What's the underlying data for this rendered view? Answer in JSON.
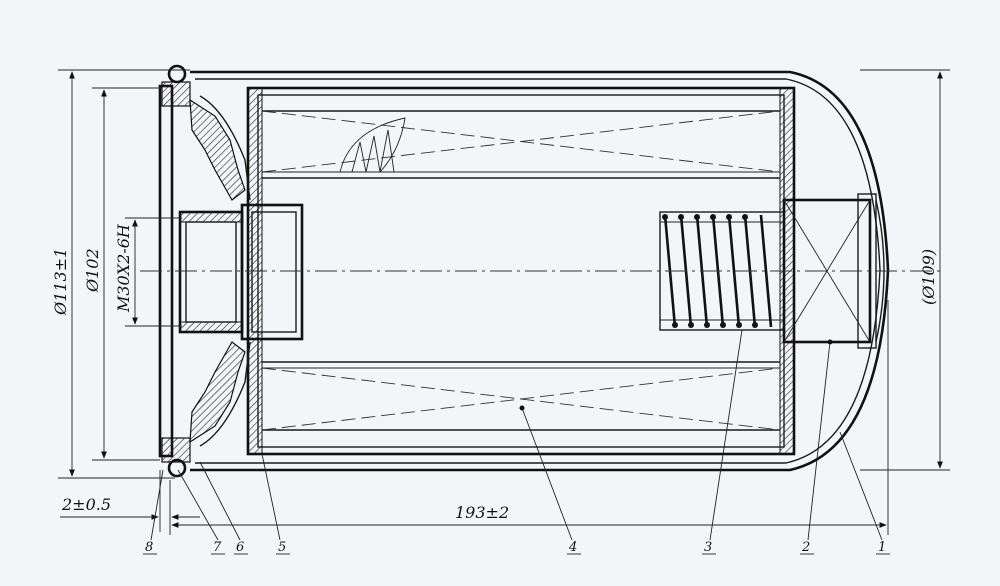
{
  "dimensions": {
    "outer_diameter": "Ø113±1",
    "seal_diameter": "Ø102",
    "thread": "M30X2-6H",
    "reference_diameter": "(Ø109)",
    "length": "193±2",
    "gasket_offset": "2±0.5"
  },
  "part_labels": [
    "8",
    "7",
    "6",
    "5",
    "4",
    "3",
    "2",
    "1"
  ]
}
